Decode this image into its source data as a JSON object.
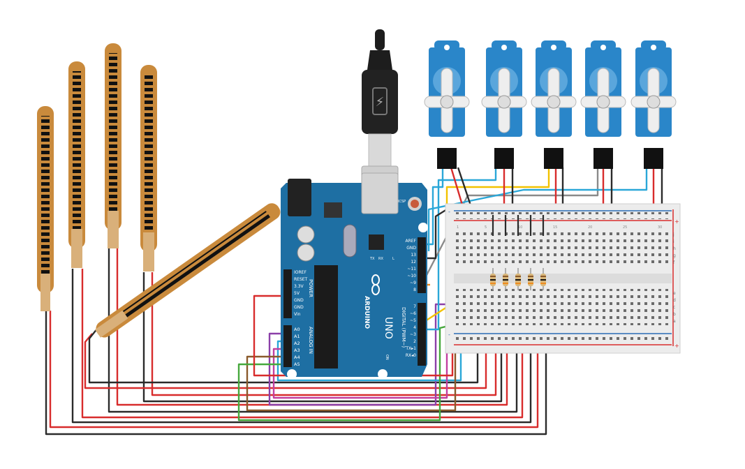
{
  "arduino": {
    "brand": "ARDUINO",
    "model": "UNO",
    "reset_label": "RESET",
    "power_header": "POWER",
    "analog_header": "ANALOG IN",
    "digital_header": "DIGITAL (PWM~)",
    "power_pins": [
      "IOREF",
      "RESET",
      "3.3V",
      "5V",
      "GND",
      "GND",
      "Vin"
    ],
    "analog_pins": [
      "A0",
      "A1",
      "A2",
      "A3",
      "A4",
      "A5"
    ],
    "digital_top_pins": [
      "AREF",
      "GND",
      "13",
      "12",
      "~11",
      "~10",
      "~9",
      "8"
    ],
    "digital_bottom_pins": [
      "7",
      "~6",
      "~5",
      "4",
      "~3",
      "2",
      "TX▸1",
      "RX◂0"
    ],
    "led_labels": [
      "TX",
      "RX",
      "L"
    ],
    "icsp_label": "ICSP",
    "on_label": "ON"
  },
  "breadboard": {
    "row_letters_top": [
      "j",
      "i",
      "h",
      "g",
      "f"
    ],
    "row_letters_bottom": [
      "e",
      "d",
      "c",
      "b",
      "a"
    ],
    "rail_plus": "+",
    "rail_minus": "-",
    "column_numbers": [
      "1",
      "5",
      "10",
      "15",
      "20",
      "25",
      "30"
    ]
  },
  "components": {
    "flex_sensor_count": 5,
    "servo_count": 5,
    "resistor_count": 5
  },
  "colors": {
    "board": "#1e6fa3",
    "flex": "#c98a3c",
    "servo": "#2a86c9",
    "wire_red": "#d82c2c",
    "wire_black": "#2b2b2b",
    "wire_blue": "#2aa7d8",
    "wire_yellow": "#f2c200",
    "wire_gray": "#8a8a8a",
    "wire_purple": "#8b3fa8",
    "wire_green": "#46a83c",
    "wire_brown": "#8a5a2b",
    "wire_magenta": "#c23fa0",
    "wire_orange": "#f08c1e"
  }
}
